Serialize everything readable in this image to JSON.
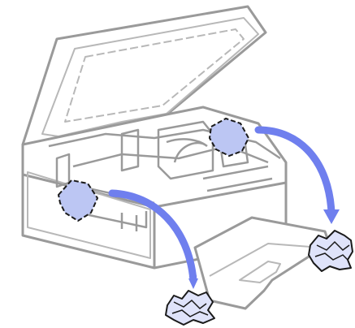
{
  "illustration": {
    "colors": {
      "outline": "#9a9a9a",
      "inner_outline": "#b8b8b8",
      "body_fill": "#ffffff",
      "arrow": "#6f7fee",
      "jammed_paper_fill": "#bcc6f3",
      "jammed_paper_stroke": "#1a1a1a",
      "crumpled_paper_fill": "#dfe3fa",
      "crumpled_paper_stroke": "#1a1a1a"
    },
    "icons": [
      "printer-open-scanner-unit",
      "jammed-paper-left",
      "jammed-paper-right",
      "removal-arrow-left",
      "removal-arrow-right",
      "crumpled-paper-bottom",
      "crumpled-paper-right"
    ]
  }
}
